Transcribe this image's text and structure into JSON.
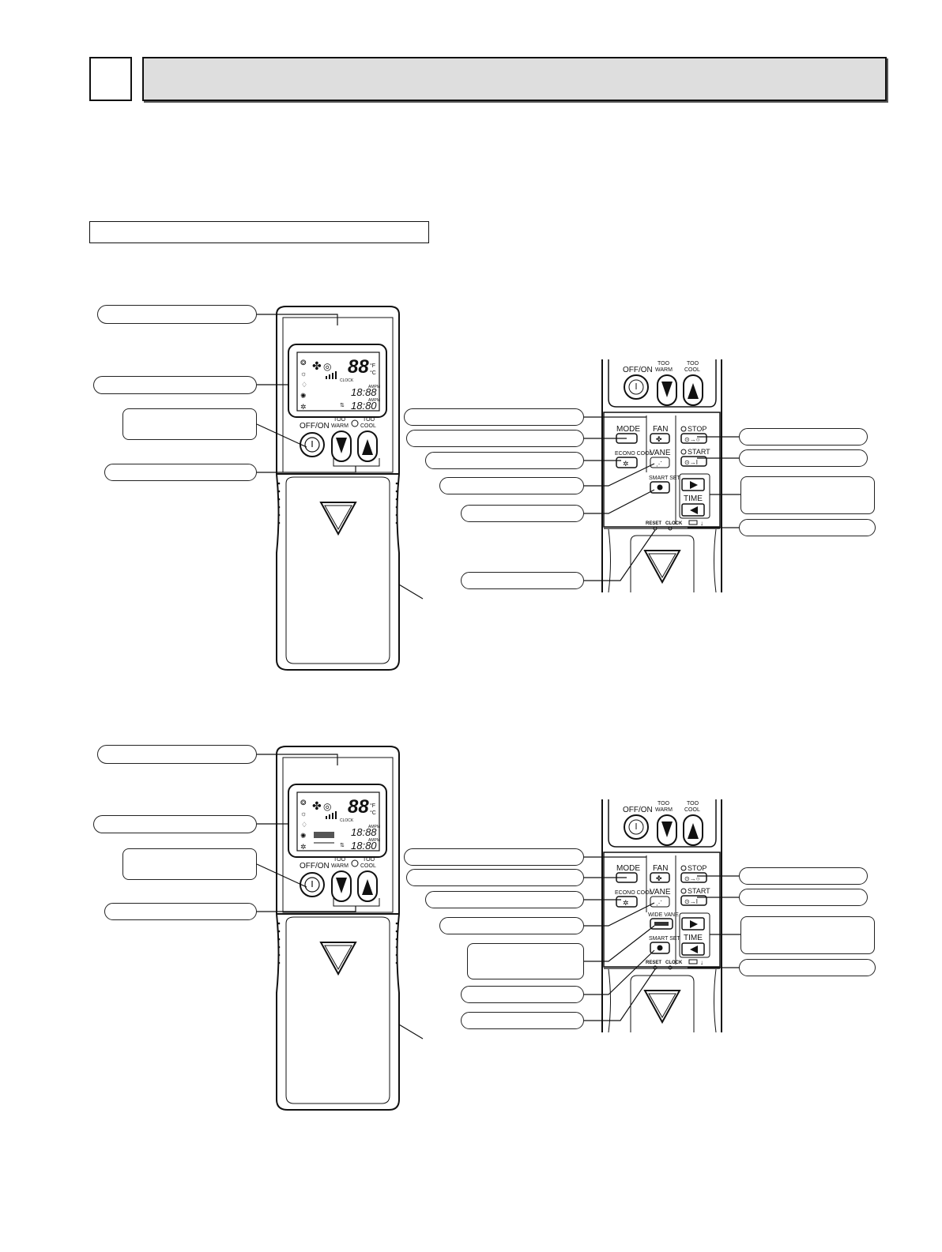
{
  "remote_labels": {
    "off_on": "OFF/ON",
    "too_warm_1": "TOO",
    "too_warm_2": "WARM",
    "too_cool_1": "TOO",
    "too_cool_2": "COOL",
    "mode": "MODE",
    "fan": "FAN",
    "vane": "VANE",
    "wide_vane": "WIDE VANE",
    "econo_cool": "ECONO COOL",
    "smart_set": "SMART SET",
    "stop": "STOP",
    "start": "START",
    "time": "TIME",
    "reset": "RESET",
    "clock": "CLOCK"
  },
  "lcd": {
    "temp": "88",
    "temp_unit_f": "°F",
    "temp_unit_c": "°C",
    "clock_label": "CLOCK",
    "ampm": "AMPM",
    "time_1": "18:88",
    "time_2": "18:80"
  }
}
